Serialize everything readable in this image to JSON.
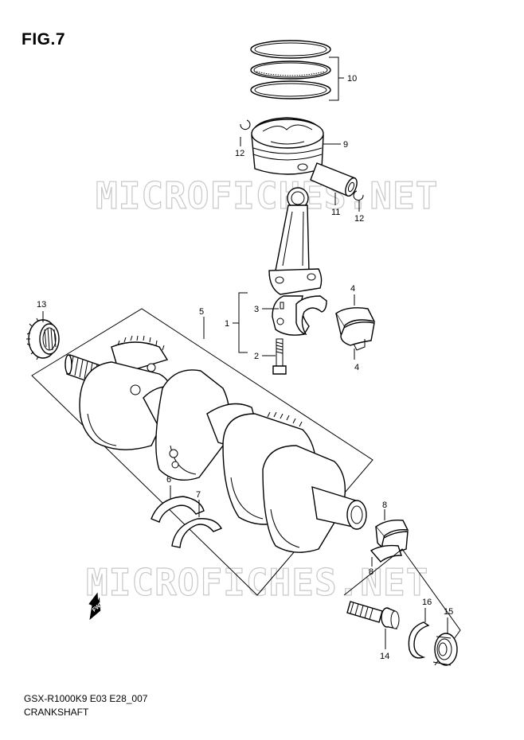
{
  "figure": {
    "title": "FIG.7",
    "code": "GSX-R1000K9 E03 E28_007",
    "name": "CRANKSHAFT"
  },
  "watermark": "MICROFICHES.NET",
  "direction_label": "FWD",
  "callouts": [
    "10",
    "9",
    "12",
    "11",
    "12",
    "4",
    "3",
    "1",
    "2",
    "4",
    "13",
    "5",
    "6",
    "7",
    "8",
    "8",
    "16",
    "15",
    "14"
  ],
  "colors": {
    "line": "#000000",
    "watermark": "#c8c8c8",
    "background": "#ffffff"
  }
}
